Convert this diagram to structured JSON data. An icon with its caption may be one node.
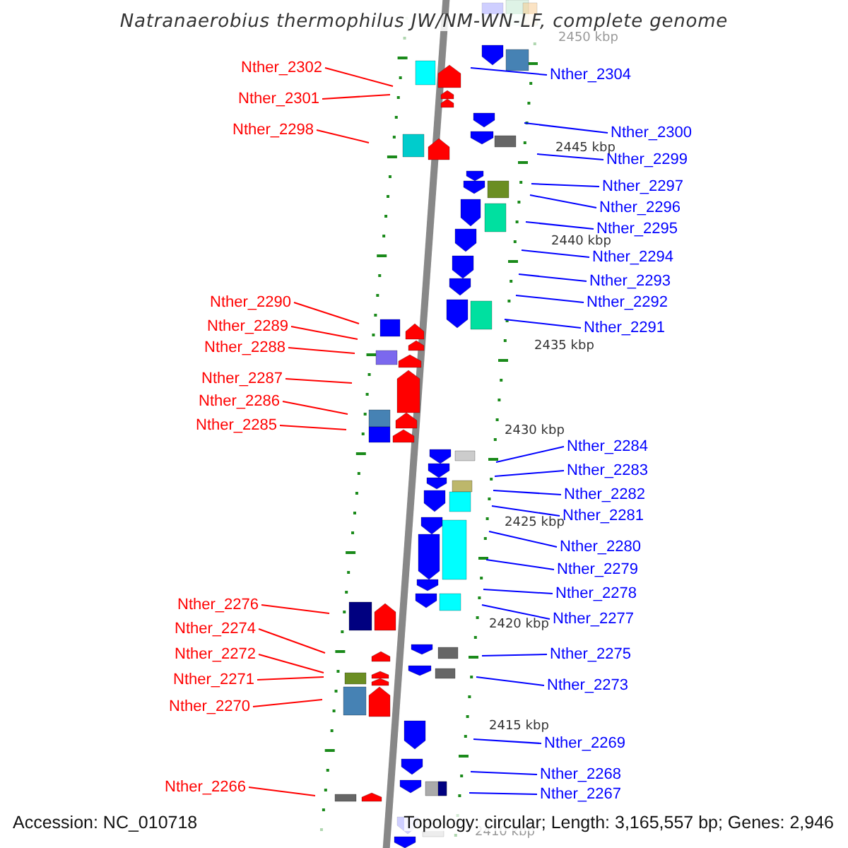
{
  "diagram": {
    "title": "Natranaerobius thermophilus JW/NM-WN-LF, complete genome",
    "nodes": [
      {
        "text": [
          "Nther_2302"
        ]
      },
      {
        "text": [
          "Nther_2304"
        ]
      },
      {
        "text": [
          "Nther_2301"
        ]
      },
      {
        "text": [
          "Nther_2298"
        ]
      },
      {
        "text": [
          "Nther_2300"
        ]
      },
      {
        "text": [
          "Nther_2299"
        ]
      },
      {
        "text": [
          "Nther_2297"
        ]
      },
      {
        "text": [
          "Nther_2296"
        ]
      },
      {
        "text": [
          "Nther_2295"
        ]
      },
      {
        "text": [
          "Nther_2294"
        ]
      },
      {
        "text": [
          "Nther_2293"
        ]
      },
      {
        "text": [
          "Nther_2290"
        ]
      },
      {
        "text": [
          "Nther_2292"
        ]
      },
      {
        "text": [
          "Nther_2289"
        ]
      },
      {
        "text": [
          "Nther_2291"
        ]
      },
      {
        "text": [
          "Nther_2288"
        ]
      },
      {
        "text": [
          "Nther_2287"
        ]
      },
      {
        "text": [
          "Nther_2286"
        ]
      },
      {
        "text": [
          "Nther_2285"
        ]
      },
      {
        "text": [
          "Nther_2284"
        ]
      },
      {
        "text": [
          "Nther_2283"
        ]
      },
      {
        "text": [
          "Nther_2282"
        ]
      },
      {
        "text": [
          "Nther_2281"
        ]
      },
      {
        "text": [
          "Nther_2280"
        ]
      },
      {
        "text": [
          "Nther_2279"
        ]
      },
      {
        "text": [
          "Nther_2278"
        ]
      },
      {
        "text": [
          "Nther_2276"
        ]
      },
      {
        "text": [
          "Nther_2277"
        ]
      },
      {
        "text": [
          "Nther_2274"
        ]
      },
      {
        "text": [
          "Nther_2275"
        ]
      },
      {
        "text": [
          "Nther_2272"
        ]
      },
      {
        "text": [
          "Nther_2271"
        ]
      },
      {
        "text": [
          "Nther_2273"
        ]
      },
      {
        "text": [
          "Nther_2270"
        ]
      },
      {
        "text": [
          "Nther_2269"
        ]
      },
      {
        "text": [
          "Nther_2268"
        ]
      },
      {
        "text": [
          "Nther_2266"
        ]
      },
      {
        "text": [
          "Nther_2267"
        ]
      }
    ],
    "edges": [
      {
        "from": 0,
        "to": null,
        "arrow": "none",
        "color": "#ff0000"
      },
      {
        "from": 1,
        "to": null,
        "arrow": "none"
      },
      {
        "from": 2,
        "to": null,
        "arrow": "none",
        "color": "#ff0000"
      },
      {
        "from": 3,
        "to": null,
        "arrow": "none",
        "color": "#ff0000"
      },
      {
        "from": 4,
        "to": null,
        "arrow": "none"
      },
      {
        "from": 5,
        "to": null,
        "arrow": "none"
      },
      {
        "from": 6,
        "to": null,
        "arrow": "none"
      },
      {
        "from": 7,
        "to": null,
        "arrow": "none"
      },
      {
        "from": 8,
        "to": null,
        "arrow": "none"
      },
      {
        "from": 9,
        "to": null,
        "arrow": "none"
      },
      {
        "from": 10,
        "to": null,
        "arrow": "none"
      },
      {
        "from": 11,
        "to": null,
        "arrow": "none",
        "color": "#ff0000"
      },
      {
        "from": 12,
        "to": null,
        "arrow": "none"
      },
      {
        "from": 13,
        "to": null,
        "arrow": "none",
        "color": "#ff0000"
      },
      {
        "from": 14,
        "to": null,
        "arrow": "none"
      },
      {
        "from": 15,
        "to": null,
        "arrow": "none",
        "color": "#ff0000"
      },
      {
        "from": 16,
        "to": null,
        "arrow": "none",
        "color": "#ff0000"
      },
      {
        "from": 17,
        "to": null,
        "arrow": "none",
        "color": "#ff0000"
      },
      {
        "from": 18,
        "to": null,
        "arrow": "none",
        "color": "#ff0000"
      },
      {
        "from": 19,
        "to": null,
        "arrow": "none"
      },
      {
        "from": 20,
        "to": null,
        "arrow": "none"
      },
      {
        "from": 21,
        "to": null,
        "arrow": "none"
      },
      {
        "from": 22,
        "to": null,
        "arrow": "none"
      },
      {
        "from": 23,
        "to": null,
        "arrow": "none"
      },
      {
        "from": 24,
        "to": null,
        "arrow": "none"
      },
      {
        "from": 25,
        "to": null,
        "arrow": "none"
      },
      {
        "from": 26,
        "to": null,
        "arrow": "none",
        "color": "#ff0000"
      },
      {
        "from": 27,
        "to": null,
        "arrow": "none"
      },
      {
        "from": 28,
        "to": null,
        "arrow": "none",
        "color": "#ff0000"
      },
      {
        "from": 29,
        "to": null,
        "arrow": "none"
      },
      {
        "from": 30,
        "to": null,
        "arrow": "none",
        "color": "#ff0000"
      },
      {
        "from": 31,
        "to": null,
        "arrow": "none",
        "color": "#ff0000"
      },
      {
        "from": 32,
        "to": null,
        "arrow": "none"
      },
      {
        "from": 33,
        "to": null,
        "arrow": "none",
        "color": "#ff0000"
      },
      {
        "from": 34,
        "to": null,
        "arrow": "none"
      },
      {
        "from": 35,
        "to": null,
        "arrow": "none"
      },
      {
        "from": 36,
        "to": null,
        "arrow": "none",
        "color": "#ff0000"
      },
      {
        "from": 37,
        "to": null,
        "arrow": "none"
      }
    ],
    "labels": [
      "2450 kbp",
      "2445 kbp",
      "2440 kbp",
      "2435 kbp",
      "2430 kbp",
      "2425 kbp",
      "2420 kbp",
      "2415 kbp",
      "2410 kbp",
      "Accession: NC_010718",
      "Topology: circular; Length: 3,165,557 bp; Genes: 2,946"
    ]
  }
}
